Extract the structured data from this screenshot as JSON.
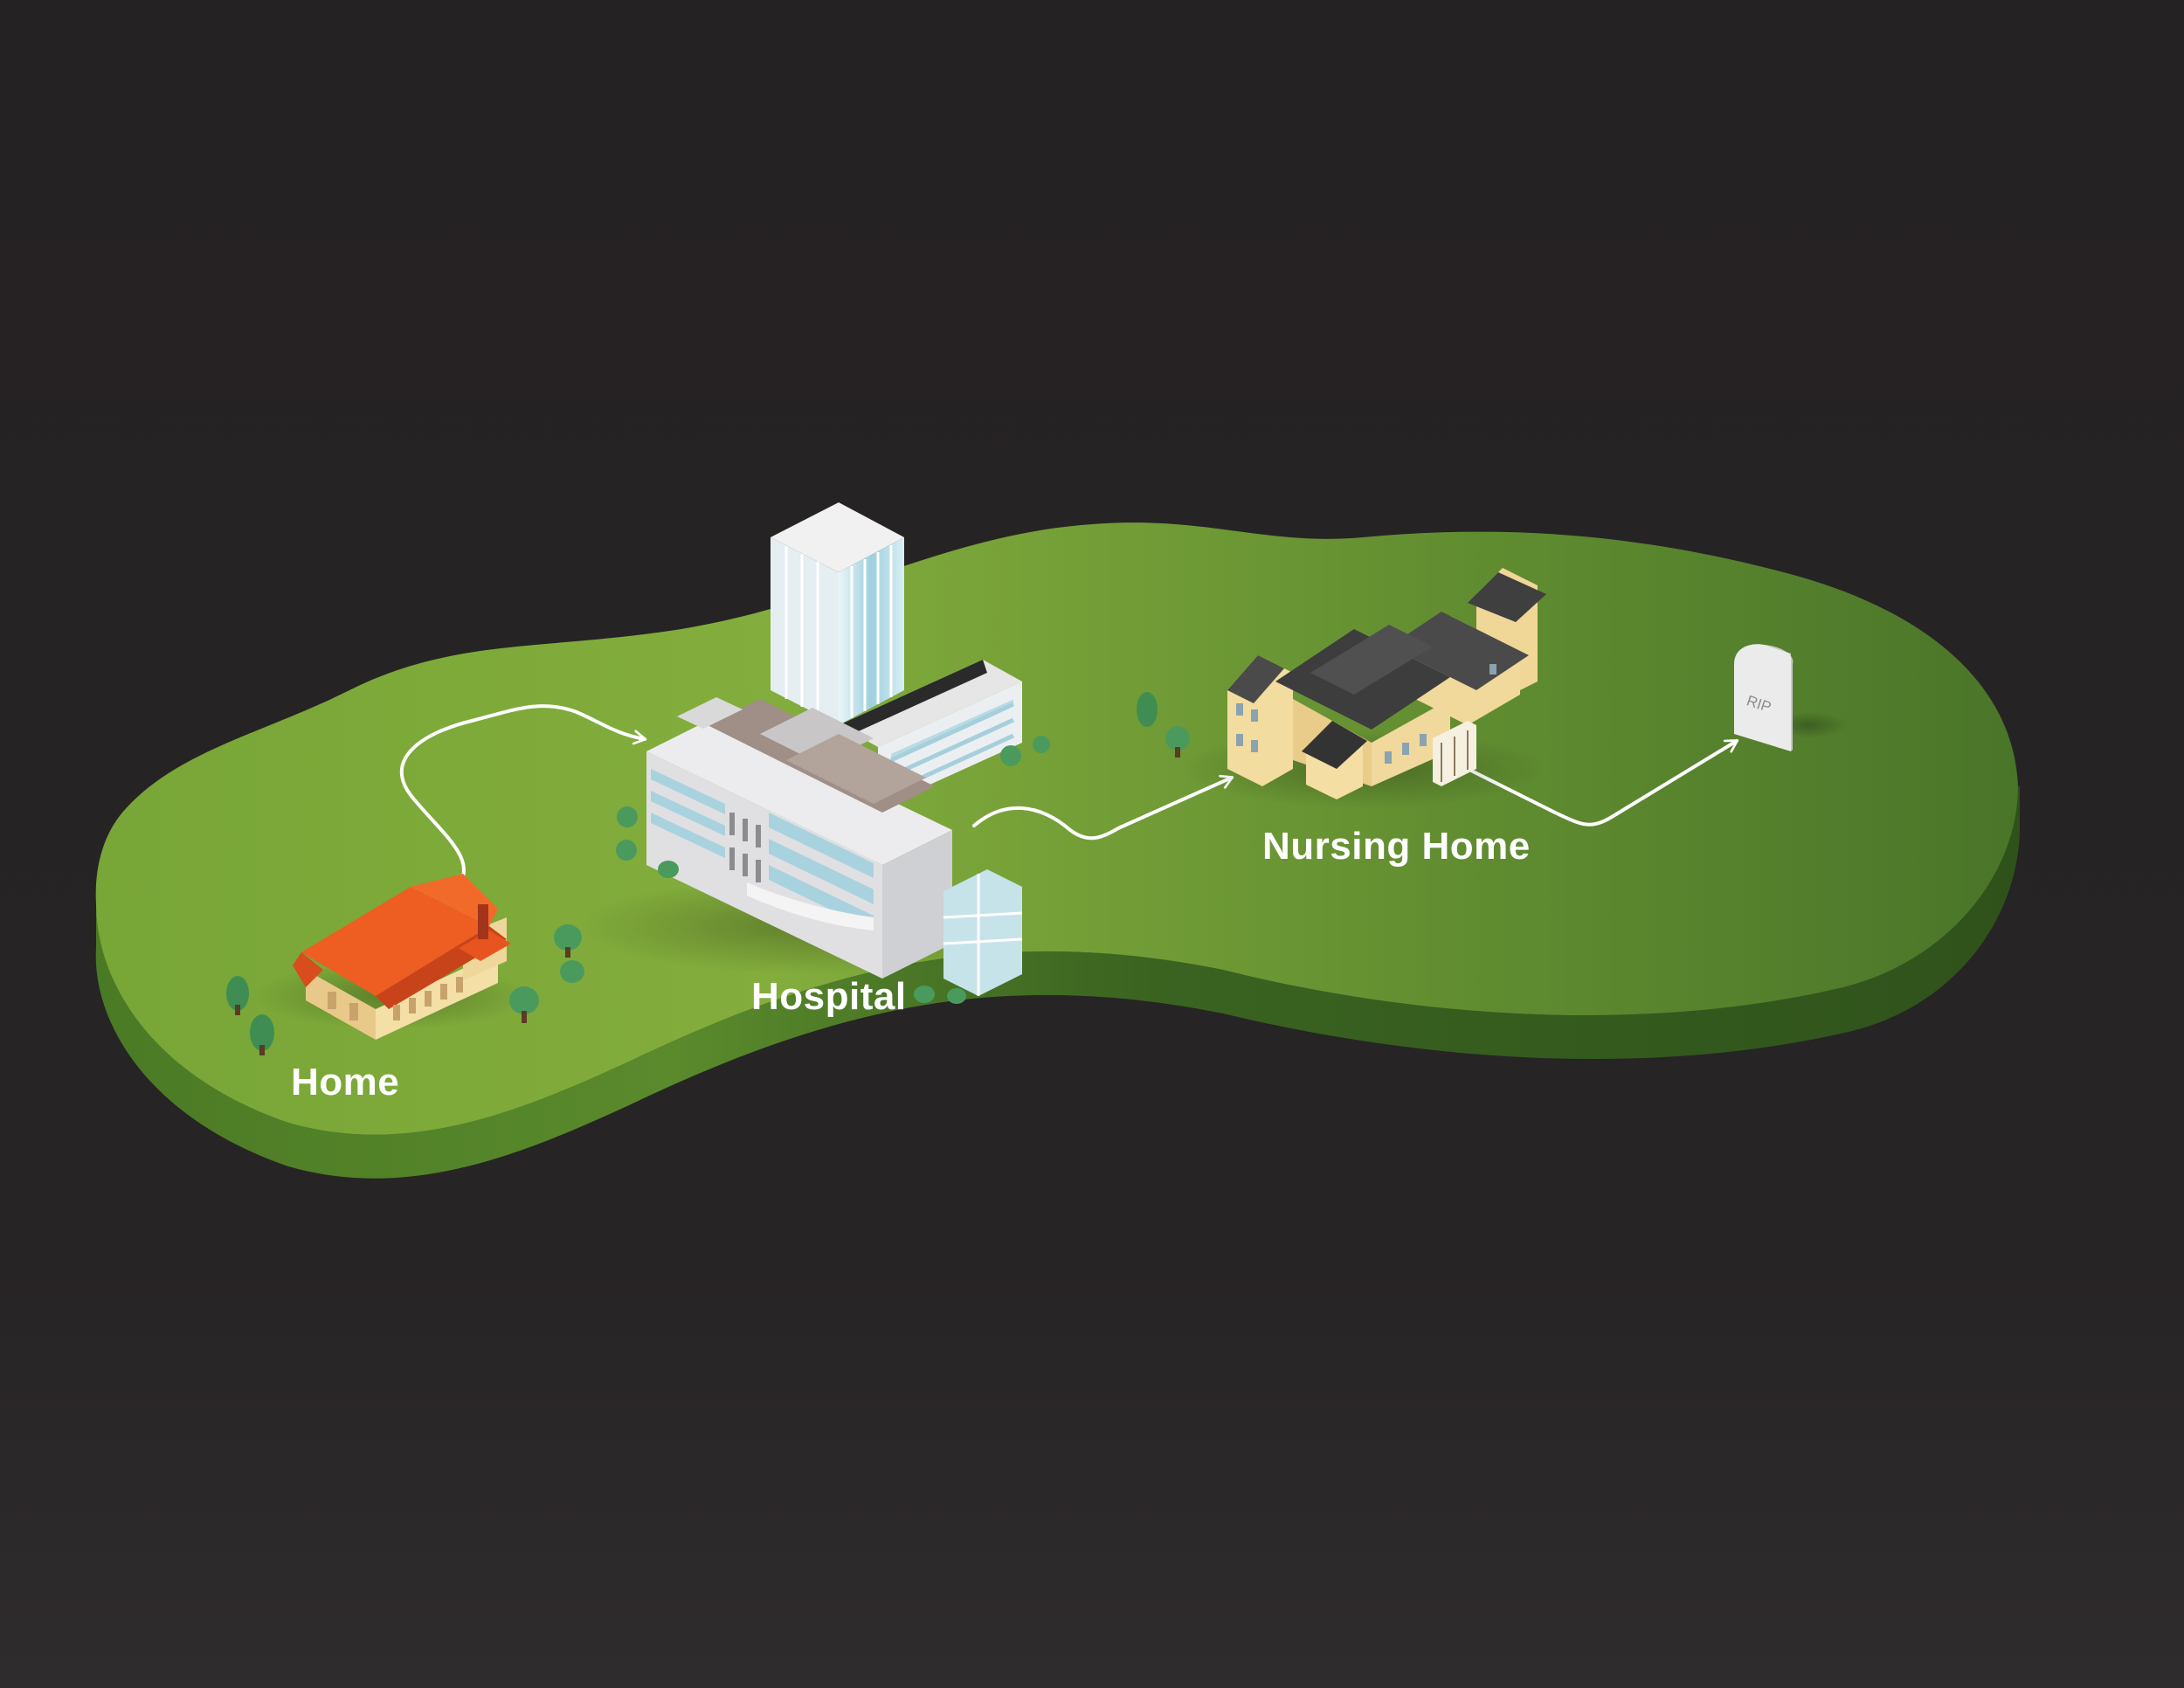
{
  "stages": [
    {
      "id": "home",
      "label": "Home"
    },
    {
      "id": "hospital",
      "label": "Hospital"
    },
    {
      "id": "nursing-home",
      "label": "Nursing Home"
    }
  ],
  "tombstone": {
    "text": "RIP"
  },
  "colors": {
    "background": "#262324",
    "ground_top": "#7ea73a",
    "ground_side": "#3e6221",
    "path": "#ffffff",
    "home_roof": "#ec5a24",
    "home_wall": "#f2dba0",
    "hospital_wall": "#e6e6e8",
    "hospital_roof": "#a08f86",
    "glass": "#b9dbe4",
    "nursing_roof": "#464646",
    "nursing_wall": "#f1d79a",
    "tree": "#3f8850",
    "tombstone": "#e6e6e6"
  }
}
